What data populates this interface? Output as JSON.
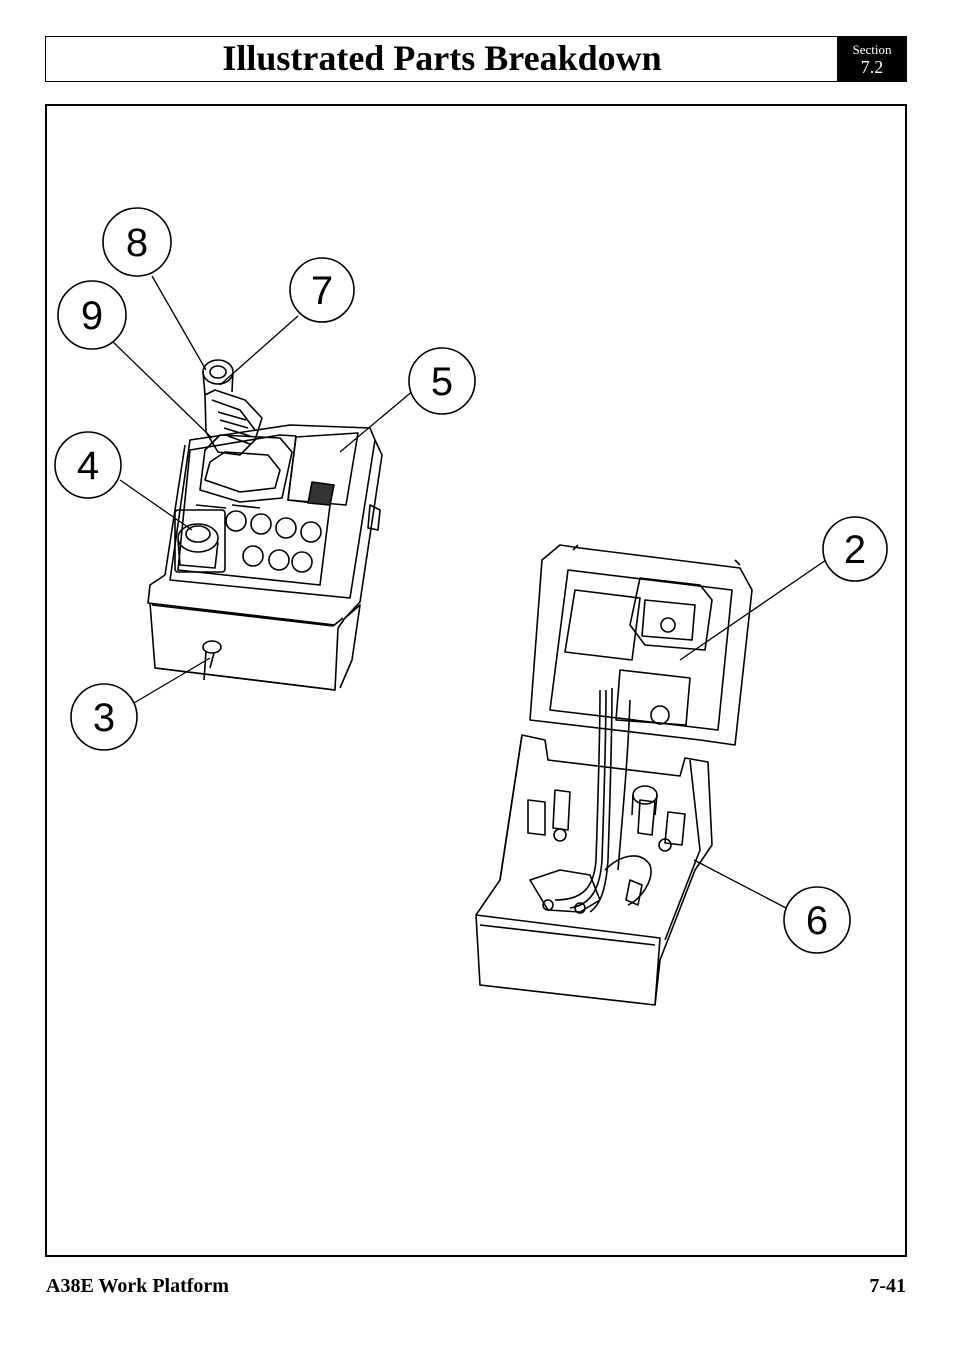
{
  "header": {
    "title": "Illustrated Parts Breakdown",
    "section_label": "Section",
    "section_number": "7.2"
  },
  "callouts": [
    "8",
    "7",
    "9",
    "5",
    "4",
    "2",
    "3",
    "6"
  ],
  "footer": {
    "left": "A38E Work Platform",
    "right": "7-41"
  }
}
